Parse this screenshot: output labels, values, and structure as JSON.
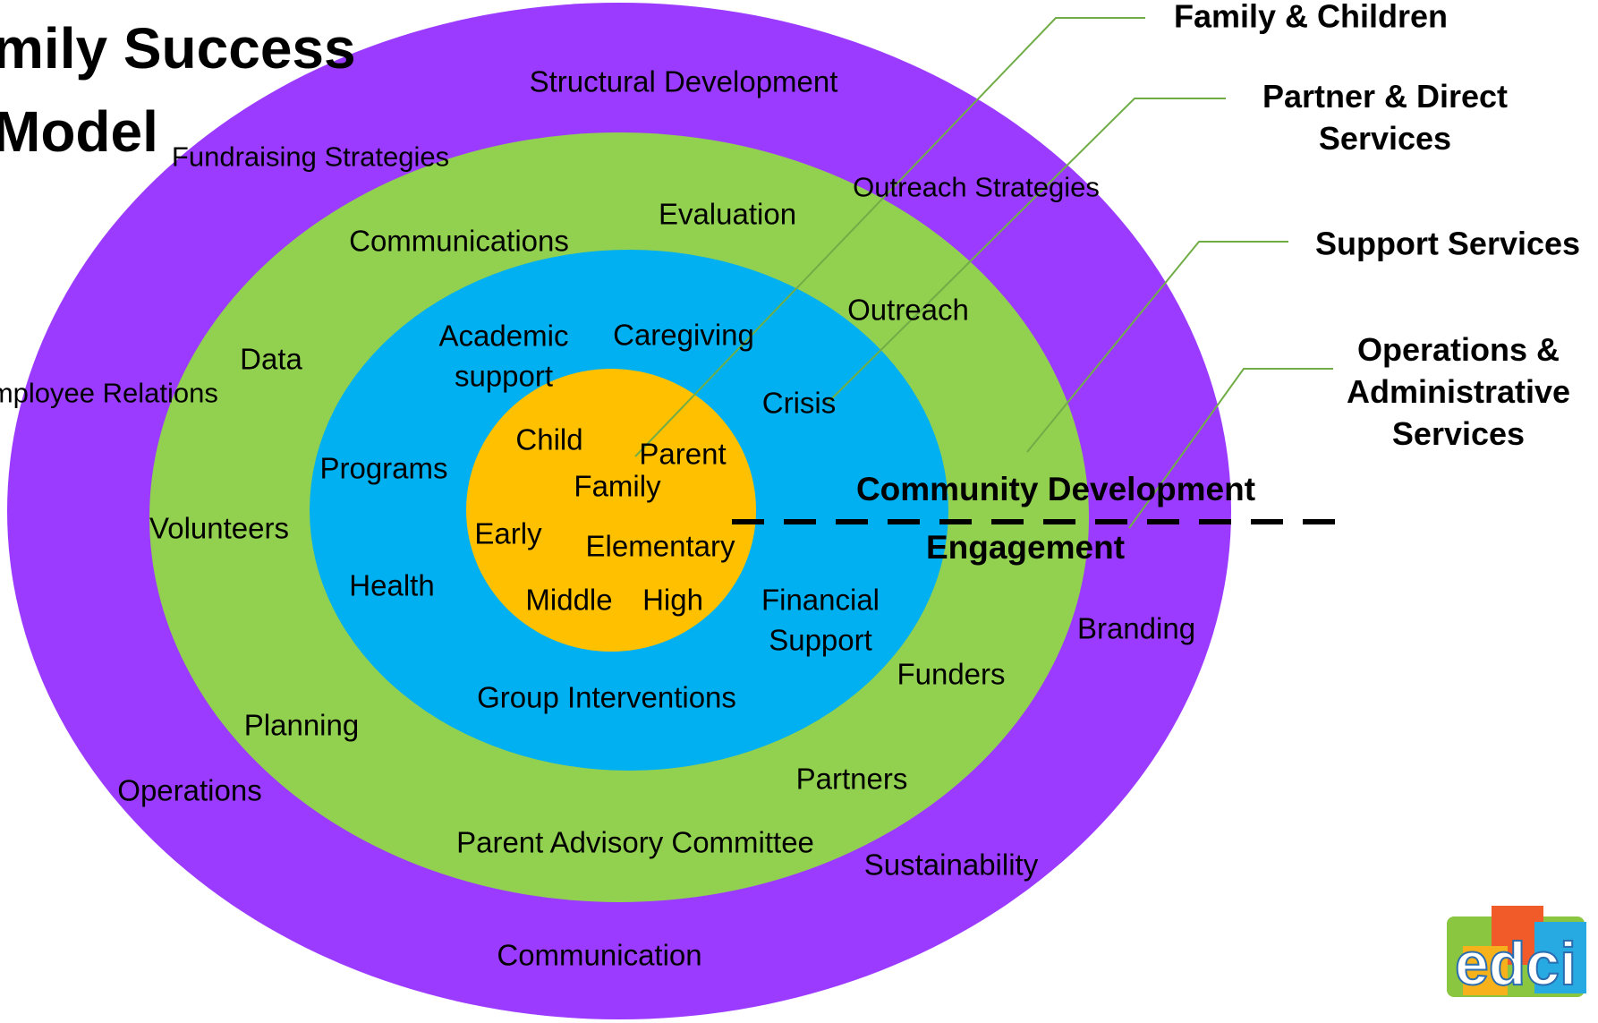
{
  "title": {
    "line1": "mily Success",
    "line2": "Model"
  },
  "colors": {
    "outer": "#9b3bff",
    "support": "#92d050",
    "partner": "#00b0f0",
    "core": "#ffc000",
    "leader": "#70ad47"
  },
  "rings": {
    "operations": [
      "Structural Development",
      "Fundraising Strategies",
      "Employee Relations",
      "Operations",
      "Communication",
      "Branding",
      "Sustainability"
    ],
    "support": [
      "Communications",
      "Evaluation",
      "Outreach Strategies",
      "Outreach",
      "Data",
      "Volunteers",
      "Planning",
      "Parent Advisory Committee",
      "Partners",
      "Funders"
    ],
    "partner": [
      "Academic support",
      "Caregiving",
      "Crisis",
      "Programs",
      "Health",
      "Financial Support",
      "Group Interventions"
    ],
    "core": [
      "Child",
      "Parent",
      "Family",
      "Early",
      "Elementary",
      "Middle",
      "High"
    ]
  },
  "legend": [
    "Family & Children",
    "Partner & Direct Services",
    "Support Services",
    "Operations & Administrative Services"
  ],
  "divider": {
    "above": "Community Development",
    "below": "Engagement"
  },
  "logo": "edci"
}
